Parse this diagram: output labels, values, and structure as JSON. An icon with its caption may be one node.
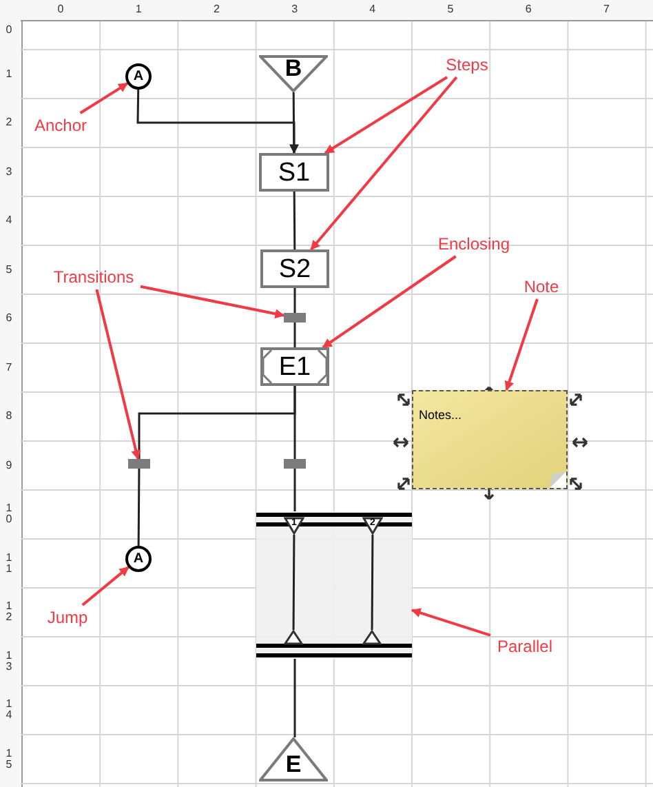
{
  "diagram": {
    "nodes": [
      {
        "text": [
          "B"
        ]
      },
      {
        "text": [
          "A"
        ]
      },
      {
        "text": [
          "Anchor"
        ]
      },
      {
        "text": [
          "Steps"
        ]
      },
      {
        "text": [
          "S1"
        ]
      },
      {
        "text": [
          "S2"
        ]
      },
      {
        "text": [
          "Transitions"
        ]
      },
      {
        "text": [],
        "shape": "bar"
      },
      {
        "text": [
          "Enclosing"
        ]
      },
      {
        "text": [
          "E1"
        ]
      },
      {
        "text": [
          "Note"
        ]
      },
      {
        "text": [
          "Notes..."
        ]
      },
      {
        "text": [],
        "shape": "bar"
      },
      {
        "text": [],
        "shape": "bar"
      },
      {
        "text": [],
        "shape": "box"
      },
      {
        "text": [
          "1"
        ],
        "in": 14
      },
      {
        "text": [
          "2"
        ],
        "in": 14
      },
      {
        "text": [
          "A"
        ]
      },
      {
        "text": [
          "Jump"
        ]
      },
      {
        "text": [
          "Parallel"
        ]
      },
      {
        "text": [
          "E"
        ]
      },
      {
        "text": [],
        "shape": "triangle",
        "in": 14
      },
      {
        "text": [],
        "shape": "triangle",
        "in": 14
      }
    ],
    "edges": [
      {
        "from": 0,
        "to": 4,
        "arrow": "none"
      },
      {
        "from": 1,
        "to": 4,
        "arrow": "to"
      },
      {
        "from": 4,
        "to": 5,
        "arrow": "none"
      },
      {
        "from": 5,
        "to": 7,
        "arrow": "none"
      },
      {
        "from": 7,
        "to": 9,
        "arrow": "none"
      },
      {
        "from": 9,
        "to": 12,
        "arrow": "none"
      },
      {
        "from": 9,
        "to": 13,
        "arrow": "none"
      },
      {
        "from": 12,
        "to": 17,
        "arrow": "none"
      },
      {
        "from": 13,
        "to": 14,
        "arrow": "none"
      },
      {
        "from": 14,
        "to": 20,
        "arrow": "none"
      },
      {
        "from": 2,
        "to": 1,
        "arrow": "to",
        "color": "#ef3b45"
      },
      {
        "from": 3,
        "to": 4,
        "arrow": "to",
        "color": "#ef3b45"
      },
      {
        "from": 3,
        "to": 5,
        "arrow": "to",
        "color": "#ef3b45"
      },
      {
        "from": 6,
        "to": 7,
        "arrow": "to",
        "color": "#ef3b45"
      },
      {
        "from": 6,
        "to": 12,
        "arrow": "to",
        "color": "#ef3b45"
      },
      {
        "from": 8,
        "to": 9,
        "arrow": "to",
        "color": "#ef3b45"
      },
      {
        "from": 10,
        "to": 11,
        "arrow": "to",
        "color": "#ef3b45"
      },
      {
        "from": 18,
        "to": 17,
        "arrow": "to",
        "color": "#ef3b45"
      },
      {
        "from": 19,
        "to": 14,
        "arrow": "to",
        "color": "#ef3b45"
      },
      {
        "from": 15,
        "to": 21,
        "arrow": "none"
      },
      {
        "from": 16,
        "to": 22,
        "arrow": "none"
      }
    ],
    "labels": [
      "0",
      "1",
      "2",
      "3",
      "4",
      "5",
      "6",
      "7",
      "0",
      "1",
      "2",
      "3",
      "4",
      "5",
      "6",
      "7",
      "8",
      "9",
      "10",
      "11",
      "12",
      "13",
      "14",
      "15"
    ]
  }
}
